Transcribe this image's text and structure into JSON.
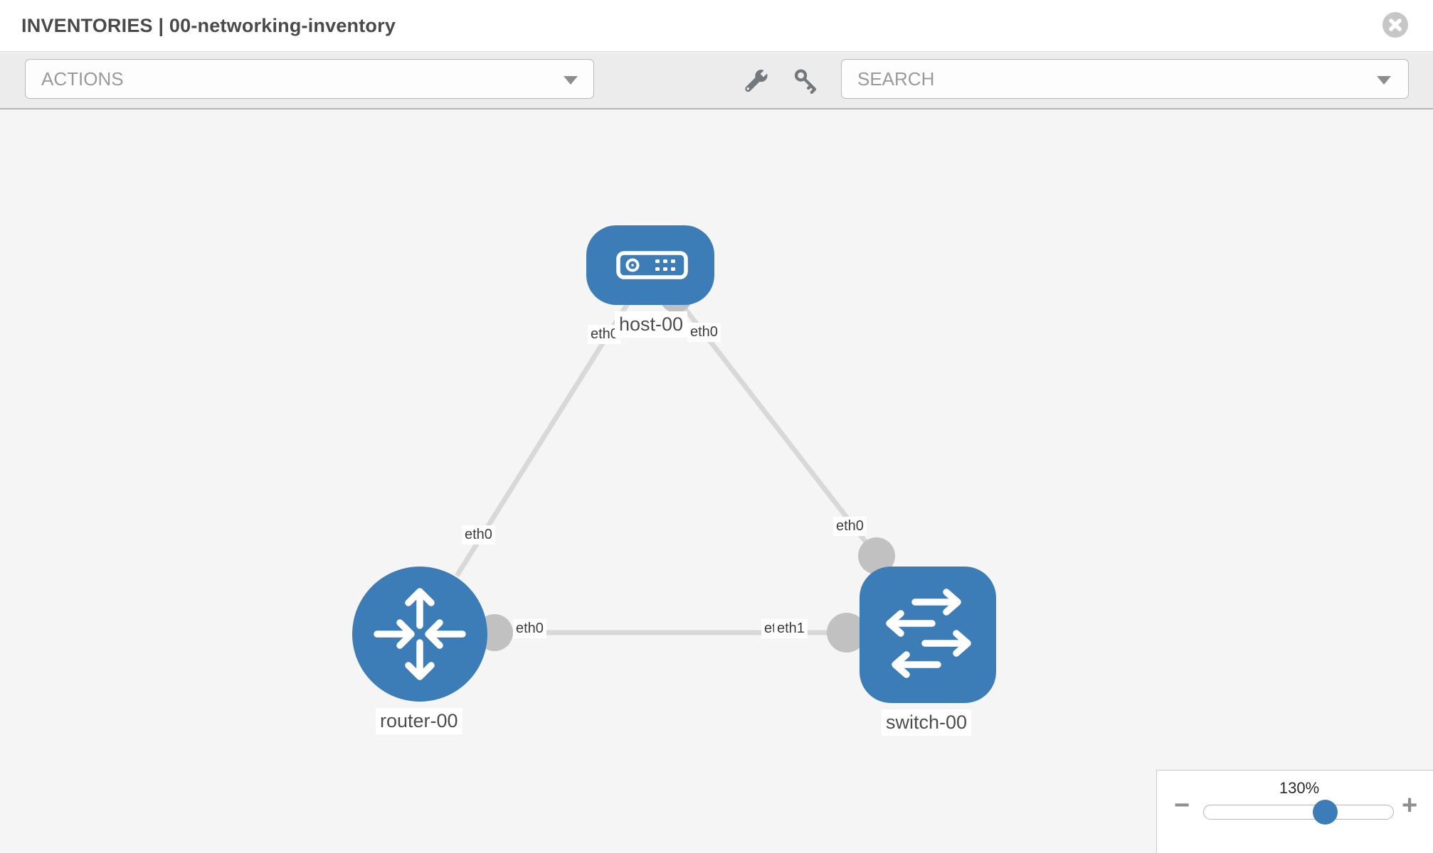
{
  "header": {
    "title": "INVENTORIES | 00-networking-inventory",
    "close_icon": "circle-x-icon"
  },
  "toolbar": {
    "actions_label": "ACTIONS",
    "search_placeholder": "SEARCH",
    "icons": [
      "wrench-icon",
      "key-icon",
      "dropdown-caret-icon"
    ]
  },
  "diagram": {
    "nodes": [
      {
        "id": "host-00",
        "label": "host-00",
        "type": "host"
      },
      {
        "id": "router-00",
        "label": "router-00",
        "type": "router"
      },
      {
        "id": "switch-00",
        "label": "switch-00",
        "type": "switch"
      }
    ],
    "links": [
      {
        "from": "host-00",
        "from_label": "eth0",
        "to": "router-00",
        "to_label": "eth0"
      },
      {
        "from": "host-00",
        "from_label": "eth0",
        "to": "switch-00",
        "to_label": "eth0"
      },
      {
        "from": "router-00",
        "from_label": "eth0",
        "to": "switch-00",
        "to_label": "eth1",
        "overlap_fragment": "etl"
      }
    ]
  },
  "zoom_control": {
    "level": "130%",
    "minus_label": "−",
    "plus_label": "+"
  },
  "colors": {
    "node_blue": "#3c7db8",
    "link_gray": "#d8d8d8",
    "port_gray": "#c1c1c1",
    "canvas_bg": "#f5f5f5",
    "toolbar_bg": "#ececec"
  }
}
